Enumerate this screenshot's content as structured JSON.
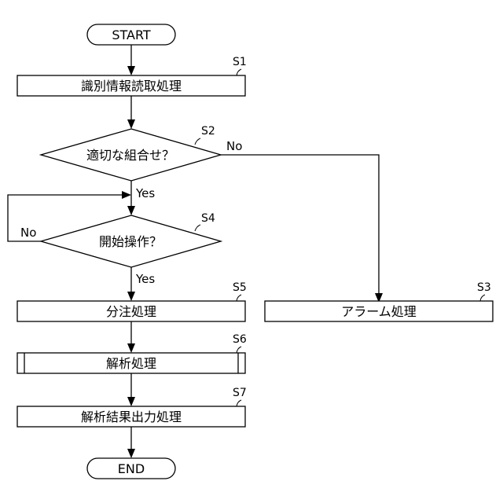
{
  "nodes": {
    "start": "START",
    "s1": "識別情報読取処理",
    "s2": "適切な組合せ？",
    "s4": "開始操作？",
    "s5": "分注処理",
    "s6": "解析処理",
    "s7": "解析結果出力処理",
    "s3": "アラーム処理",
    "end": "END"
  },
  "steps": {
    "s1": "S1",
    "s2": "S2",
    "s3": "S3",
    "s4": "S4",
    "s5": "S5",
    "s6": "S6",
    "s7": "S7"
  },
  "branches": {
    "s2_yes": "Yes",
    "s2_no": "No",
    "s4_yes": "Yes",
    "s4_no": "No"
  }
}
